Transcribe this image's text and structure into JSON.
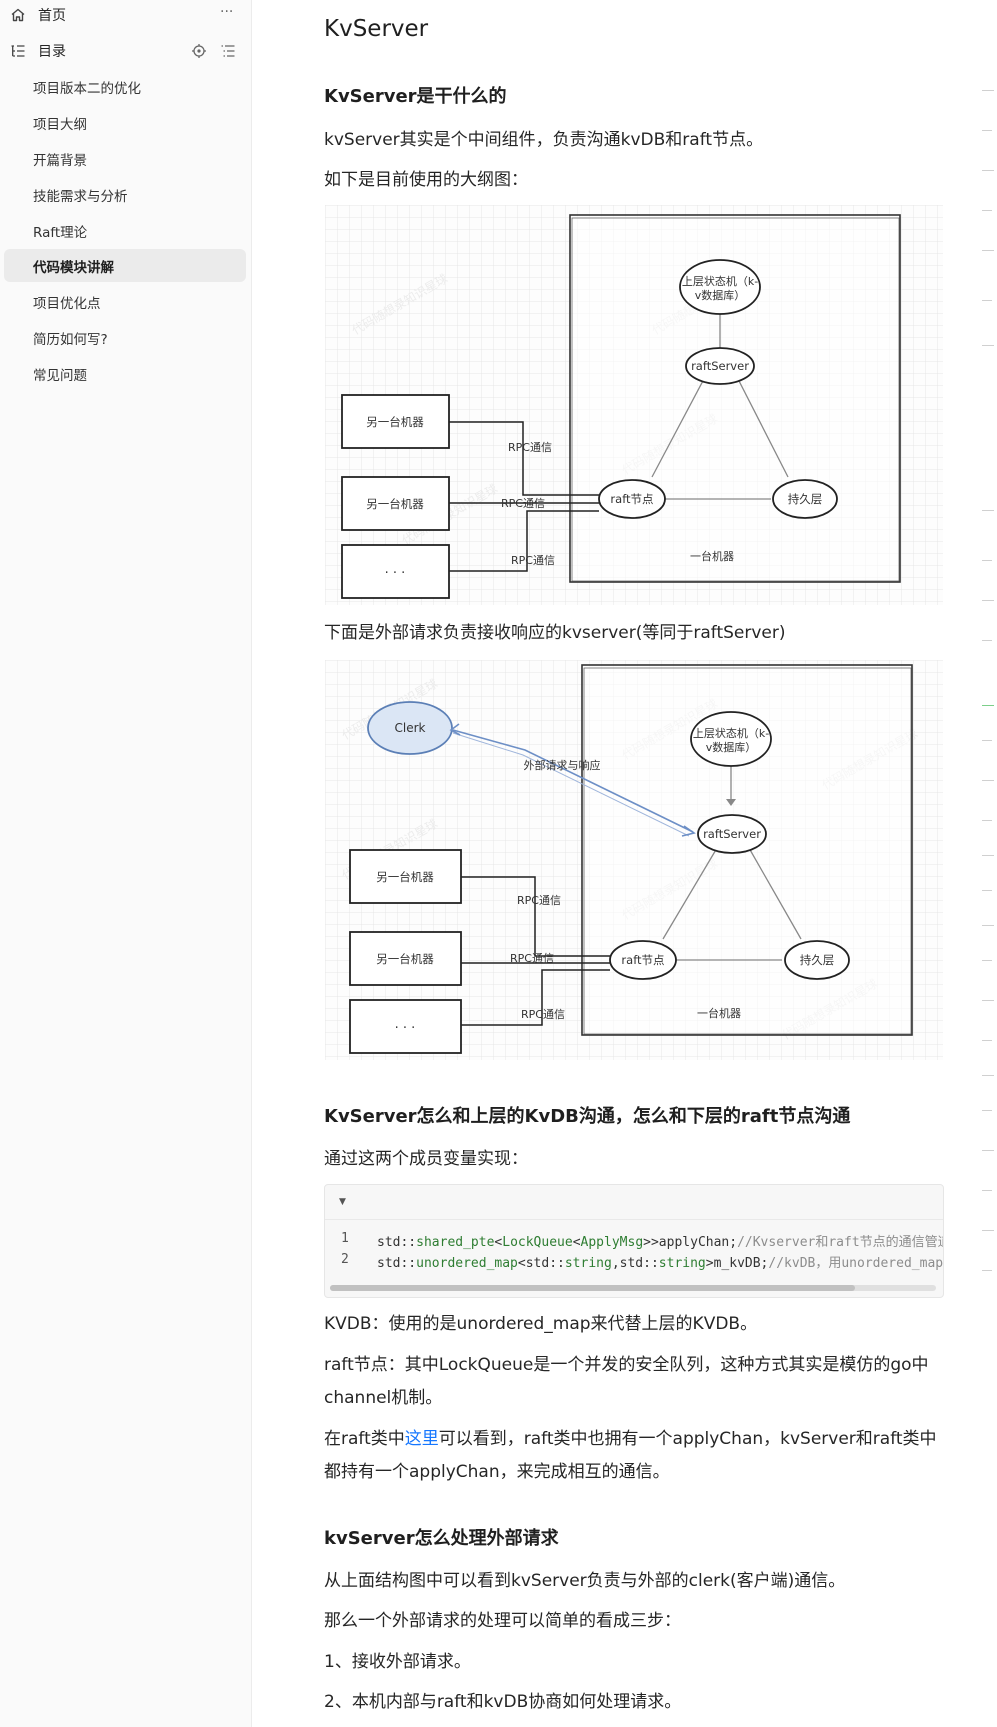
{
  "sidebar": {
    "home_label": "首页",
    "more_icon": "···",
    "toc_label": "目录",
    "items": [
      {
        "label": "项目版本二的优化",
        "active": false
      },
      {
        "label": "项目大纲",
        "active": false
      },
      {
        "label": "开篇背景",
        "active": false
      },
      {
        "label": "技能需求与分析",
        "active": false
      },
      {
        "label": "Raft理论",
        "active": false
      },
      {
        "label": "代码模块讲解",
        "active": true
      },
      {
        "label": "项目优化点",
        "active": false
      },
      {
        "label": "简历如何写?",
        "active": false
      },
      {
        "label": "常见问题",
        "active": false
      }
    ]
  },
  "article": {
    "title": "KvServer",
    "h_what": "KvServer是干什么的",
    "p1": "kvServer其实是个中间组件，负责沟通kvDB和raft节点。",
    "p2": "如下是目前使用的大纲图：",
    "p3": "下面是外部请求负责接收响应的kvserver(等同于raftServer)",
    "h_comm": "KvServer怎么和上层的KvDB沟通，怎么和下层的raft节点沟通",
    "p4": "通过这两个成员变量实现：",
    "p5": "KVDB：使用的是unordered_map来代替上层的KVDB。",
    "p6": "raft节点：其中LockQueue是一个并发的安全队列，这种方式其实是模仿的go中channel机制。",
    "p7_pre": "在raft类中",
    "p7_link": "这里",
    "p7_post": "可以看到，raft类中也拥有一个applyChan，kvServer和raft类中都持有一个applyChan，来完成相互的通信。",
    "h_ext": "kvServer怎么处理外部请求",
    "p8": "从上面结构图中可以看到kvServer负责与外部的clerk(客户端)通信。",
    "p9": "那么一个外部请求的处理可以简单的看成三步：",
    "p10": "1、接收外部请求。",
    "p11": "2、本机内部与raft和kvDB协商如何处理请求。"
  },
  "diagram1": {
    "upper_sm_1": "上层状态机（k-",
    "upper_sm_2": "v数据库）",
    "raft_server": "raftServer",
    "raft_node": "raft节点",
    "persist": "持久层",
    "machine": "一台机器",
    "other1": "另一台机器",
    "other2": "另一台机器",
    "dots": "· · ·",
    "rpc1": "RPC通信",
    "rpc2": "RPC通信",
    "rpc3": "RPC通信",
    "watermark": "代码随想录知识星球"
  },
  "diagram2": {
    "clerk": "Clerk",
    "ext_req": "外部请求与响应",
    "upper_sm_1": "上层状态机（k-",
    "upper_sm_2": "v数据库）",
    "raft_server": "raftServer",
    "raft_node": "raft节点",
    "persist": "持久层",
    "machine": "一台机器",
    "other1": "另一台机器",
    "other2": "另一台机器",
    "dots": "· · ·",
    "rpc1": "RPC通信",
    "rpc2": "RPC通信",
    "rpc3": "RPC通信",
    "watermark": "代码随想录知识星球"
  },
  "code": {
    "lines": [
      {
        "num": "1",
        "pre": "std::",
        "type1": "shared_pte",
        "mid1": "<",
        "type2": "LockQueue",
        "mid2": "<",
        "type3": "ApplyMsg",
        "post": ">>applyChan;",
        "comment": "//Kvserver和raft节点的通信管道"
      },
      {
        "num": "2",
        "pre": "std::",
        "type1": "unordered_map",
        "mid1": "<std::",
        "type2": "string",
        "mid2": ",std::",
        "type3": "string",
        "post": ">m_kvDB;",
        "comment": "//kvDB，用unordered_map来替代"
      }
    ]
  }
}
